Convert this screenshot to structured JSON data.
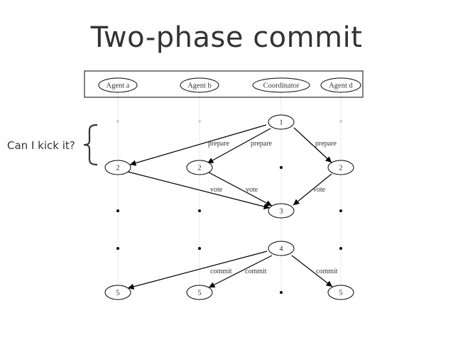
{
  "title": "Two-phase commit",
  "side_note": "Can I kick it?",
  "agents": [
    "Agent a",
    "Agent b",
    "Coordinator",
    "Agent d"
  ],
  "nodes": {
    "coord_1": "1",
    "a_2": "2",
    "b_2": "2",
    "d_2": "2",
    "coord_3": "3",
    "coord_4": "4",
    "a_5": "5",
    "b_5": "5",
    "d_5": "5"
  },
  "edges": {
    "prepare_b": "prepare",
    "prepare_coord": "prepare",
    "prepare_d": "prepare",
    "vote_b": "vote",
    "vote_b2": "vote",
    "vote_d": "vote",
    "commit_b": "commit",
    "commit_coord": "commit",
    "commit_d": "commit"
  },
  "colors": {
    "text": "#333333",
    "line": "#000000",
    "lifeline": "#c8c8c8"
  }
}
